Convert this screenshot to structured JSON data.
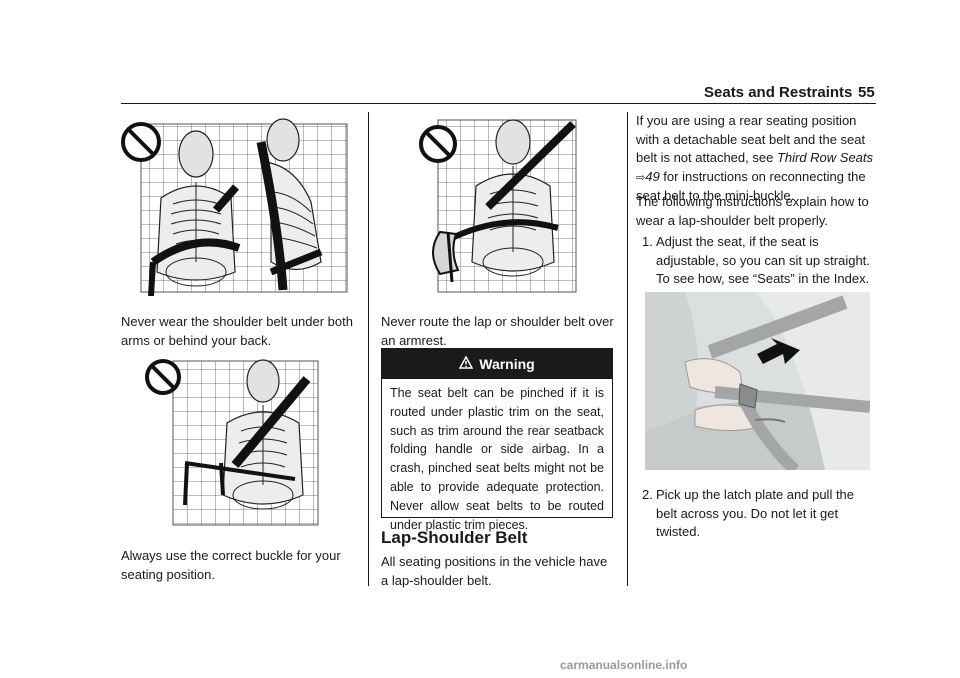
{
  "header": {
    "section": "Seats and Restraints",
    "page_number": "55"
  },
  "col1": {
    "caption1": "Never wear the shoulder belt under both arms or behind your back.",
    "caption2": "Always use the correct buckle for your seating position."
  },
  "col2": {
    "caption1": "Never route the lap or shoulder belt over an armrest.",
    "warning": {
      "icon": "warning-triangle-icon",
      "title": "Warning",
      "body": "The seat belt can be pinched if it is routed under plastic trim on the seat, such as trim around the rear seatback folding handle or side airbag. In a crash, pinched seat belts might not be able to provide adequate protection. Never allow seat belts to be routed under plastic trim pieces."
    },
    "heading": "Lap-Shoulder Belt",
    "heading_body": "All seating positions in the vehicle have a lap-shoulder belt."
  },
  "col3": {
    "para1_before": "If you are using a rear seating position with a detachable seat belt and the seat belt is not attached, see ",
    "para1_link": "Third Row Seats",
    "para1_ref_icon": "page-ref-icon",
    "para1_page": "49",
    "para1_after": " for instructions on reconnecting the seat belt to the mini-buckle.",
    "para2": "The following instructions explain how to wear a lap-shoulder belt properly.",
    "steps": [
      {
        "num": "1.",
        "text": "Adjust the seat, if the seat is adjustable, so you can sit up straight. To see how, see “Seats” in the Index."
      },
      {
        "num": "2.",
        "text": "Pick up the latch plate and pull the belt across you. Do not let it get twisted."
      }
    ]
  },
  "footer": {
    "watermark": "carmanualsonline.info"
  },
  "colors": {
    "ink": "#1a1a1a",
    "photo_bg": "#d9dcdd",
    "grid": "#555555"
  }
}
